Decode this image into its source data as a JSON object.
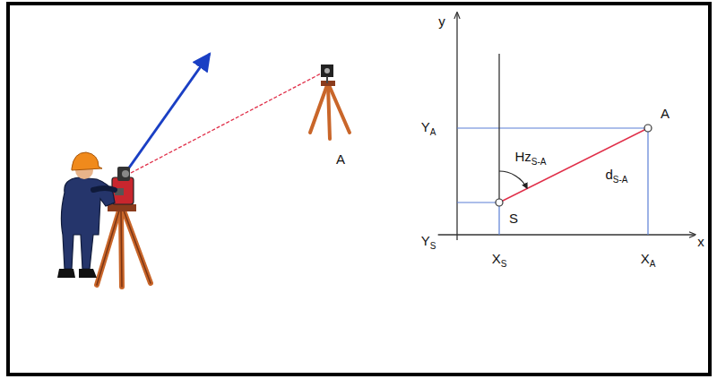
{
  "diagram": {
    "labels": [
      "A",
      "y",
      "YA",
      "A",
      "HzS-A",
      "dS-A",
      "S",
      "YS",
      "XS",
      "XA",
      "x"
    ]
  }
}
